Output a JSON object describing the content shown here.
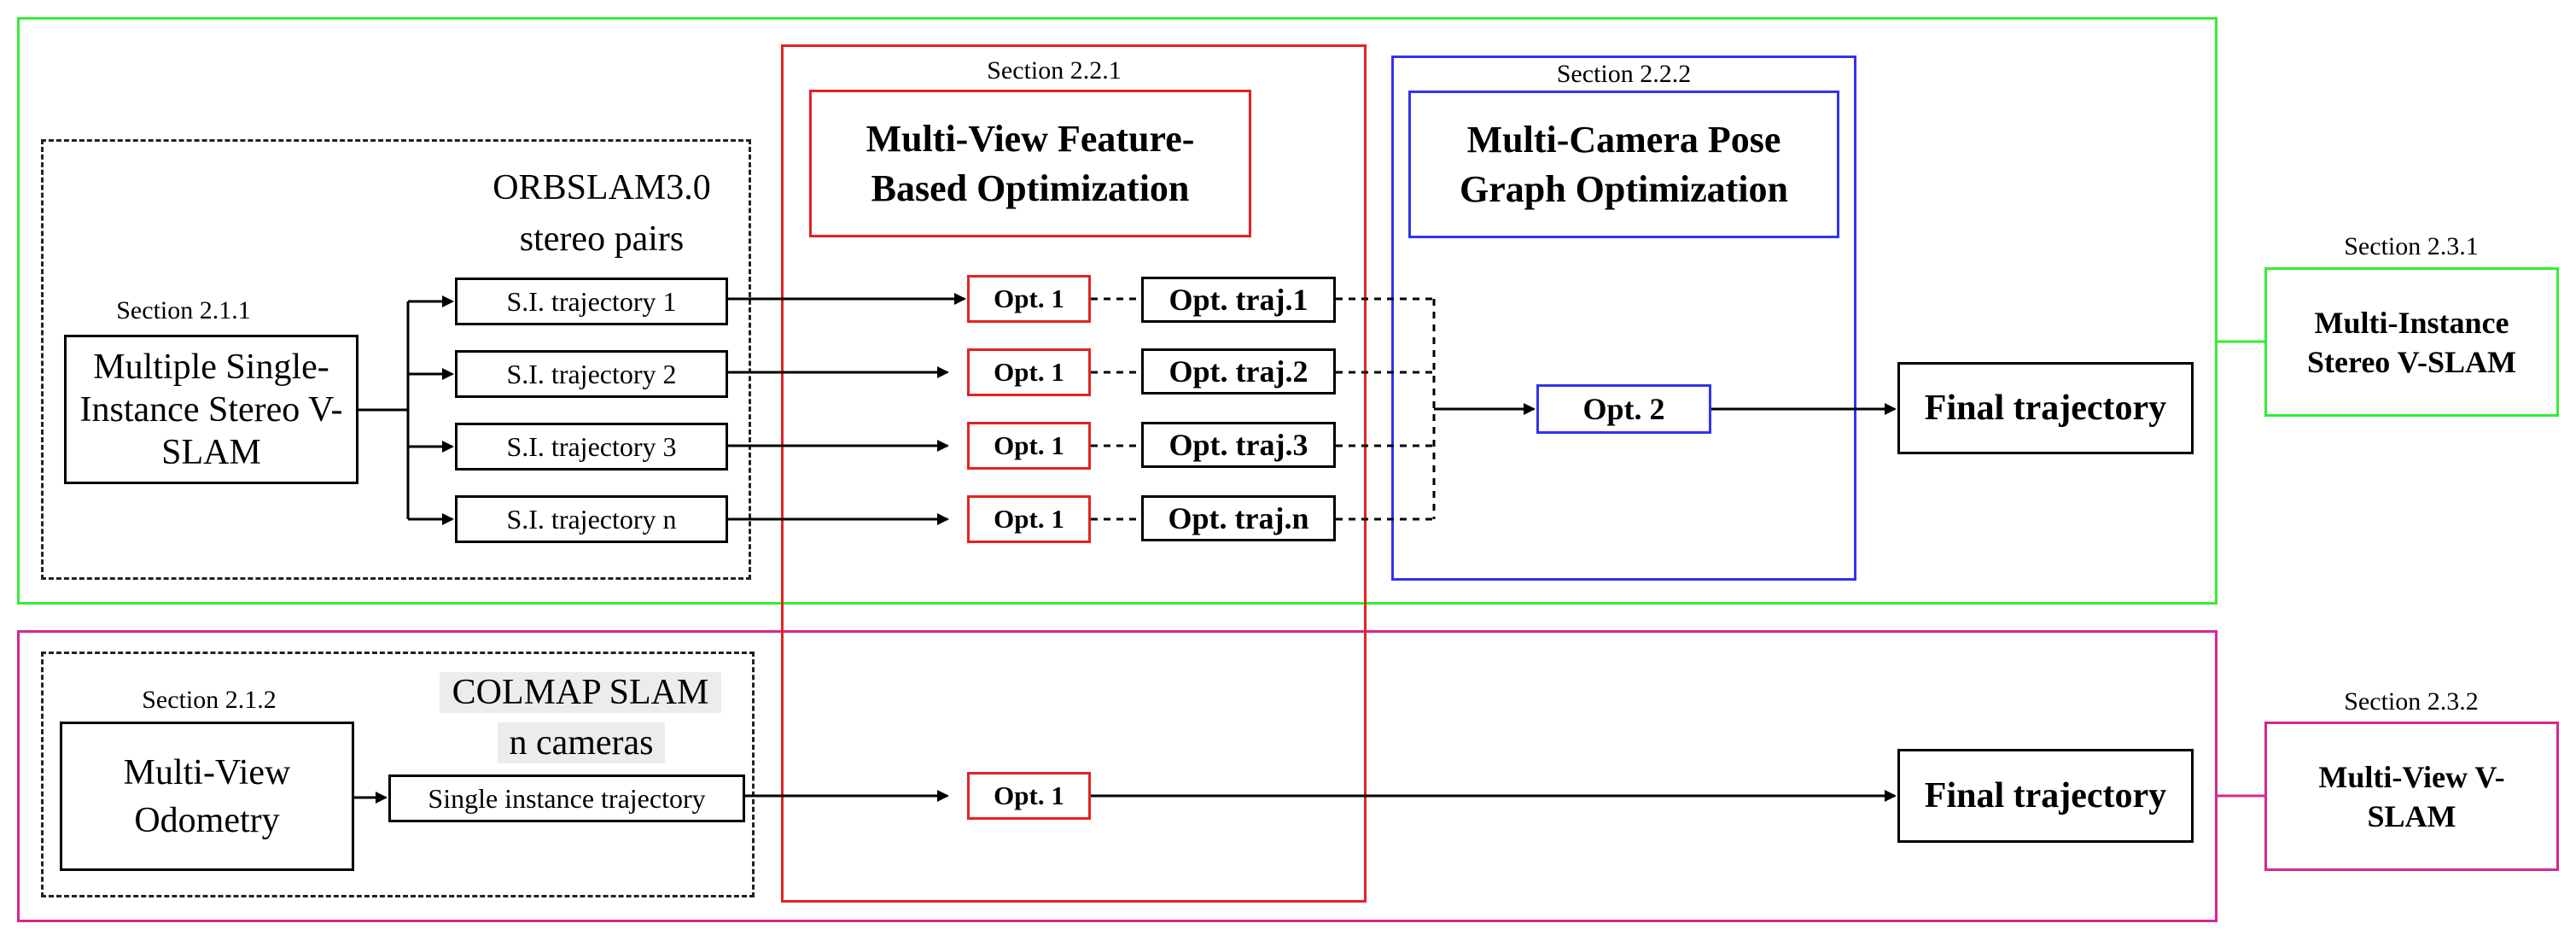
{
  "colors": {
    "green": "#33ee33",
    "pink": "#d9268f",
    "red": "#e52222",
    "blue": "#3333ee",
    "black": "#000000"
  },
  "top": {
    "section_211": "Section 2.1.1",
    "orbslam_title": "ORBSLAM3.0",
    "orbslam_subtitle": "stereo pairs",
    "source_box": "Multiple Single-Instance Stereo V-SLAM",
    "trajectories": [
      "S.I. trajectory 1",
      "S.I. trajectory 2",
      "S.I. trajectory 3",
      "S.I. trajectory n"
    ],
    "opt1_labels": [
      "Opt. 1",
      "Opt. 1",
      "Opt. 1",
      "Opt. 1"
    ],
    "opt_traj": [
      "Opt. traj.1",
      "Opt. traj.2",
      "Opt. traj.3",
      "Opt. traj.n"
    ],
    "opt2": "Opt. 2",
    "final": "Final trajectory"
  },
  "feature_opt": {
    "section": "Section 2.2.1",
    "title": "Multi-View Feature-Based Optimization"
  },
  "pose_graph": {
    "section": "Section 2.2.2",
    "title": "Multi-Camera Pose Graph Optimization"
  },
  "bottom": {
    "section_212": "Section 2.1.2",
    "colmap_title": "COLMAP SLAM",
    "colmap_subtitle": "n cameras",
    "source_box": "Multi-View Odometry",
    "single_traj": "Single instance trajectory",
    "opt1": "Opt. 1",
    "final": "Final trajectory"
  },
  "right": {
    "section_231": "Section 2.3.1",
    "stereo_vslam": "Multi-Instance Stereo V-SLAM",
    "section_232": "Section 2.3.2",
    "multiview_vslam": "Multi-View V-SLAM"
  }
}
